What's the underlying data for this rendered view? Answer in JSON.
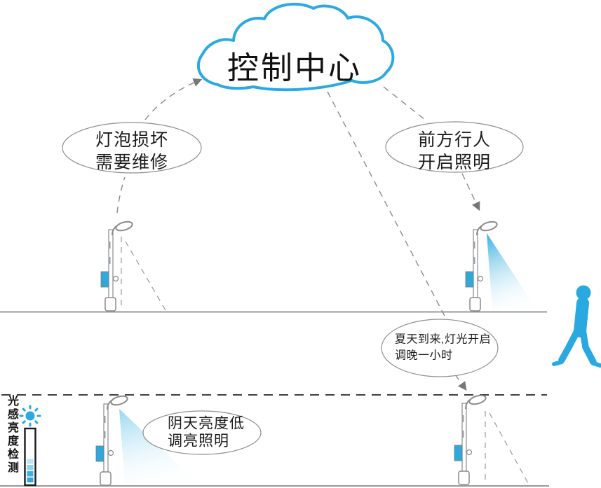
{
  "control_center": {
    "label": "控制中心"
  },
  "bubbles": {
    "fault": {
      "line1": "灯泡损坏",
      "line2": "需要维修"
    },
    "pedestrian": {
      "line1": "前方行人",
      "line2": "开启照明"
    },
    "summer": {
      "line1": "夏天到来,灯光开启",
      "line2": "调晚一小时"
    },
    "cloudy": {
      "line1": "阴天亮度低",
      "line2": "调亮照明"
    }
  },
  "light_sensor": {
    "label": "光感亮度检测",
    "icon": "sun-icon",
    "level_segments": 4
  },
  "figures": {
    "person": "walking-pedestrian",
    "lamps": 4
  },
  "colors": {
    "accent_blue": "#29A9E0",
    "cloud_stroke": "#2CA9E1",
    "beam_strong": "#2FA9DC",
    "beam_soft": "#7FCDEC",
    "connector_gray": "#8A8A8A",
    "ground_gray": "#999999",
    "text_black": "#1A1A1A"
  }
}
